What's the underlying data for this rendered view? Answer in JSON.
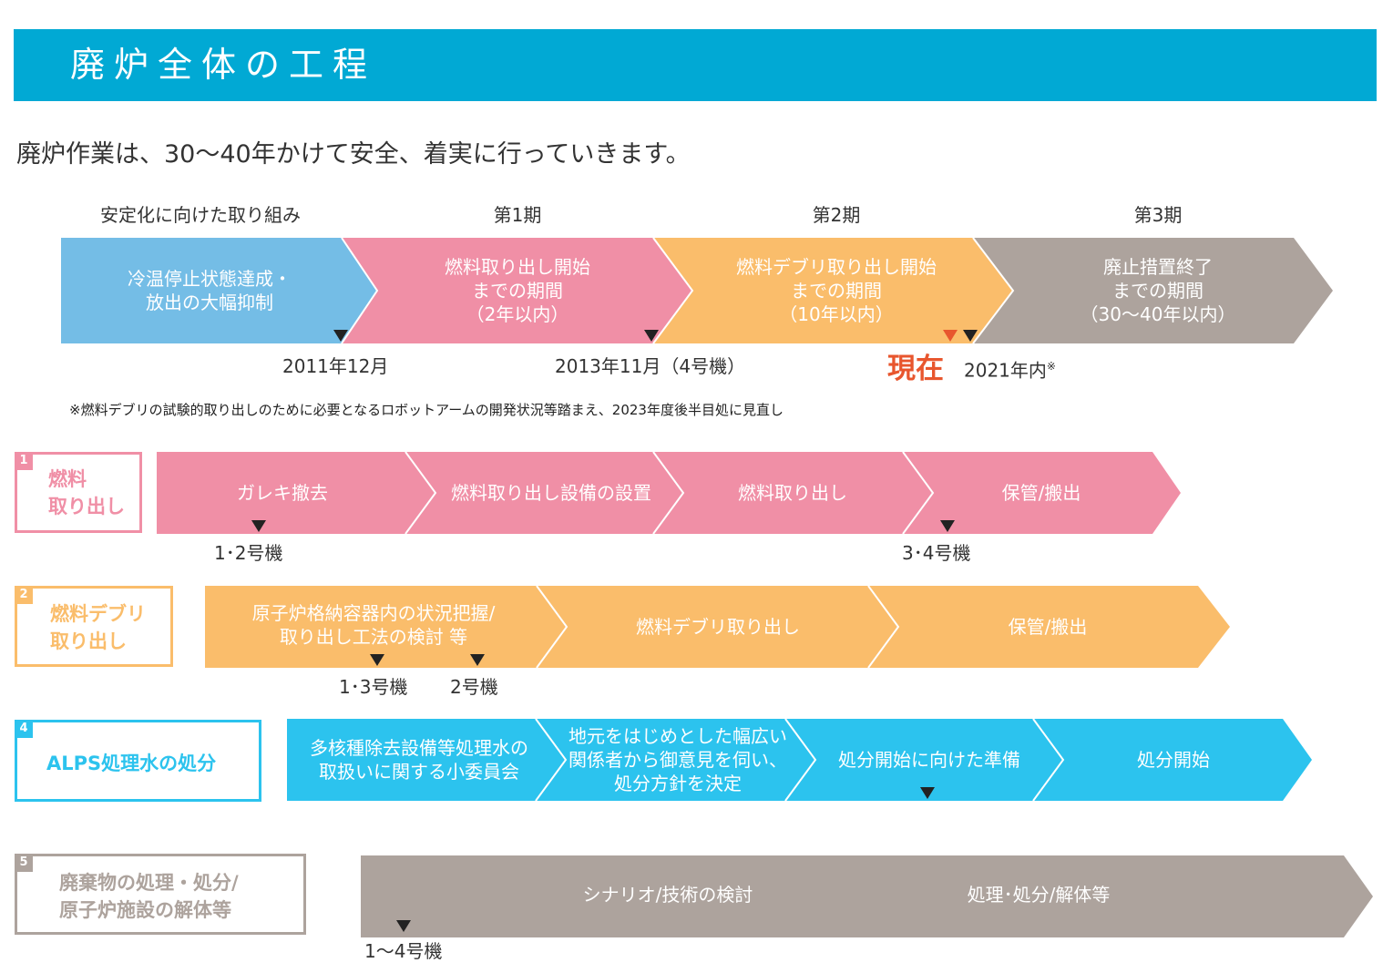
{
  "header": {
    "title": "廃炉全体の工程"
  },
  "subtitle": "廃炉作業は、30〜40年かけて安全、着実に行っていきます。",
  "colors": {
    "header": "#01a9d4",
    "blue_light": "#74bde6",
    "pink": "#f08fa6",
    "orange": "#fabd6b",
    "gray": "#ada39d",
    "cyan": "#2cc3ee",
    "now": "#e8562e"
  },
  "timeline": {
    "phases": [
      {
        "label": "安定化に向けた取り組み",
        "lines": [
          "冷温停止状態達成・",
          "放出の大幅抑制"
        ]
      },
      {
        "label": "第1期",
        "lines": [
          "燃料取り出し開始",
          "までの期間",
          "（2年以内）"
        ]
      },
      {
        "label": "第2期",
        "lines": [
          "燃料デブリ取り出し開始",
          "までの期間",
          "（10年以内）"
        ]
      },
      {
        "label": "第3期",
        "lines": [
          "廃止措置終了",
          "までの期間",
          "（30〜40年以内）"
        ]
      }
    ],
    "dates": [
      "2011年12月",
      "2013年11月（4号機）",
      "2021年内"
    ],
    "note_mark": "※",
    "now_label": "現在",
    "note": "※燃料デブリの試験的取り出しのために必要となるロボットアームの開発状況等踏まえ、2023年度後半目処に見直し"
  },
  "categories": [
    {
      "number": "1",
      "label_lines": [
        "燃料",
        "取り出し"
      ],
      "steps": [
        "ガレキ撤去",
        "燃料取り出し設備の設置",
        "燃料取り出し",
        "保管/搬出"
      ],
      "markers": [
        "1･2号機",
        "3･4号機"
      ]
    },
    {
      "number": "2",
      "label_lines": [
        "燃料デブリ",
        "取り出し"
      ],
      "steps": [
        [
          "原子炉格納容器内の状況把握/",
          "取り出し工法の検討 等"
        ],
        "燃料デブリ取り出し",
        "保管/搬出"
      ],
      "markers": [
        "1･3号機",
        "2号機"
      ]
    },
    {
      "number": "4",
      "label_lines": [
        "ALPS処理水の処分"
      ],
      "steps": [
        [
          "多核種除去設備等処理水の",
          "取扱いに関する小委員会"
        ],
        [
          "地元をはじめとした幅広い",
          "関係者から御意見を伺い、",
          "処分方針を決定"
        ],
        "処分開始に向けた準備",
        "処分開始"
      ],
      "markers": []
    },
    {
      "number": "5",
      "label_lines": [
        "廃棄物の処理・処分/",
        "原子炉施設の解体等"
      ],
      "steps": [
        "シナリオ/技術の検討",
        "処理･処分/解体等"
      ],
      "markers": [
        "1〜4号機"
      ]
    }
  ]
}
